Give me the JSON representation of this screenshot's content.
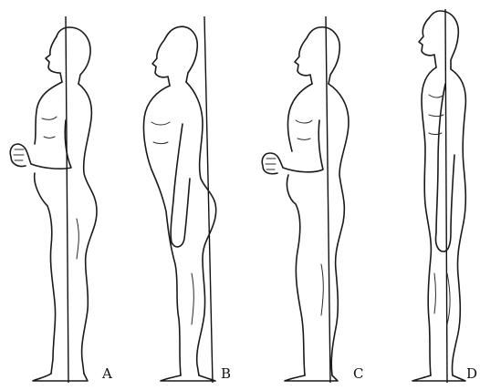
{
  "figures": [
    {
      "id": "A",
      "label": "A"
    },
    {
      "id": "B",
      "label": "B"
    },
    {
      "id": "C",
      "label": "C"
    },
    {
      "id": "D",
      "label": "D"
    }
  ],
  "colors": {
    "ink": "#1a1a1a",
    "background": "#ffffff"
  }
}
